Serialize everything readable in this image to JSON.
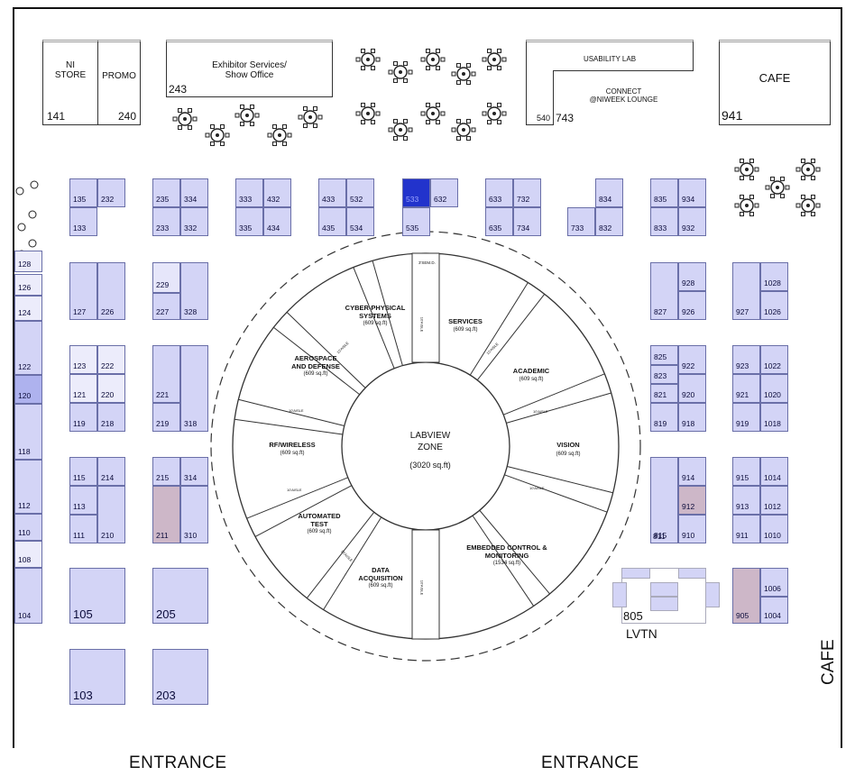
{
  "map": {
    "entrances": [
      "ENTRANCE",
      "ENTRANCE"
    ],
    "side_label": "CAFE",
    "rooms": {
      "ni_store": {
        "title": "NI\nSTORE",
        "number": "141"
      },
      "promo": {
        "title": "PROMO",
        "number": "240"
      },
      "exhibitor_services": {
        "title": "Exhibitor Services/\nShow Office",
        "number": "243"
      },
      "usability_lab": {
        "title": "USABILITY LAB",
        "number": "540"
      },
      "connect_lounge": {
        "title": "CONNECT\n@NIWEEK LOUNGE",
        "number": "743"
      },
      "cafe": {
        "title": "CAFE",
        "number": "941"
      }
    },
    "center": {
      "title": "LABVIEW\nZONE",
      "area": "(3020 sq.ft)",
      "top_label": "3'SEM.D.",
      "table_label": "10'AISLE",
      "zones": [
        {
          "name": "CYBER-PHYSICAL\nSYSTEMS",
          "area": "(609 sq.ft)"
        },
        {
          "name": "SERVICES",
          "area": "(609 sq.ft)"
        },
        {
          "name": "ACADEMIC",
          "area": "(609 sq.ft)"
        },
        {
          "name": "VISION",
          "area": "(609 sq.ft)"
        },
        {
          "name": "EMBEDDED CONTROL &\nMONITORING",
          "area": "(1534 sq.ft)"
        },
        {
          "name": "DATA\nACQUISITION",
          "area": "(609 sq.ft)"
        },
        {
          "name": "AUTOMATED\nTEST",
          "area": "(609 sq.ft)"
        },
        {
          "name": "RF/WIRELESS",
          "area": "(609 sq.ft)"
        },
        {
          "name": "AEROSPACE\nAND DEFENSE",
          "area": "(609 sq.ft)"
        }
      ]
    },
    "lvtn": {
      "label": "LVTN",
      "number": "805"
    },
    "booths": [
      {
        "n": "135"
      },
      {
        "n": "232"
      },
      {
        "n": "133"
      },
      {
        "n": "235"
      },
      {
        "n": "334"
      },
      {
        "n": "233"
      },
      {
        "n": "332"
      },
      {
        "n": "333"
      },
      {
        "n": "432"
      },
      {
        "n": "335"
      },
      {
        "n": "434"
      },
      {
        "n": "433"
      },
      {
        "n": "532"
      },
      {
        "n": "435"
      },
      {
        "n": "534"
      },
      {
        "n": "533"
      },
      {
        "n": "632"
      },
      {
        "n": "535"
      },
      {
        "n": "633"
      },
      {
        "n": "732"
      },
      {
        "n": "635"
      },
      {
        "n": "734"
      },
      {
        "n": "834"
      },
      {
        "n": "733"
      },
      {
        "n": "832"
      },
      {
        "n": "835"
      },
      {
        "n": "934"
      },
      {
        "n": "833"
      },
      {
        "n": "932"
      },
      {
        "n": "128"
      },
      {
        "n": "126"
      },
      {
        "n": "124"
      },
      {
        "n": "122"
      },
      {
        "n": "120"
      },
      {
        "n": "118"
      },
      {
        "n": "112"
      },
      {
        "n": "110"
      },
      {
        "n": "108"
      },
      {
        "n": "104"
      },
      {
        "n": "127"
      },
      {
        "n": "226"
      },
      {
        "n": "229"
      },
      {
        "n": "227"
      },
      {
        "n": "328"
      },
      {
        "n": "123"
      },
      {
        "n": "222"
      },
      {
        "n": "121"
      },
      {
        "n": "220"
      },
      {
        "n": "119"
      },
      {
        "n": "218"
      },
      {
        "n": "221"
      },
      {
        "n": "219"
      },
      {
        "n": "318"
      },
      {
        "n": "115"
      },
      {
        "n": "214"
      },
      {
        "n": "113"
      },
      {
        "n": "111"
      },
      {
        "n": "210"
      },
      {
        "n": "215"
      },
      {
        "n": "314"
      },
      {
        "n": "211"
      },
      {
        "n": "310"
      },
      {
        "n": "105"
      },
      {
        "n": "205"
      },
      {
        "n": "103"
      },
      {
        "n": "203"
      },
      {
        "n": "928"
      },
      {
        "n": "827"
      },
      {
        "n": "926"
      },
      {
        "n": "1028"
      },
      {
        "n": "927"
      },
      {
        "n": "1026"
      },
      {
        "n": "825"
      },
      {
        "n": "922"
      },
      {
        "n": "823"
      },
      {
        "n": "821"
      },
      {
        "n": "920"
      },
      {
        "n": "819"
      },
      {
        "n": "918"
      },
      {
        "n": "923"
      },
      {
        "n": "1022"
      },
      {
        "n": "921"
      },
      {
        "n": "1020"
      },
      {
        "n": "919"
      },
      {
        "n": "1018"
      },
      {
        "n": "815"
      },
      {
        "n": "914"
      },
      {
        "n": "912"
      },
      {
        "n": "811"
      },
      {
        "n": "910"
      },
      {
        "n": "915"
      },
      {
        "n": "1014"
      },
      {
        "n": "913"
      },
      {
        "n": "1012"
      },
      {
        "n": "911"
      },
      {
        "n": "1010"
      },
      {
        "n": "1006"
      },
      {
        "n": "905"
      },
      {
        "n": "1004"
      }
    ]
  }
}
